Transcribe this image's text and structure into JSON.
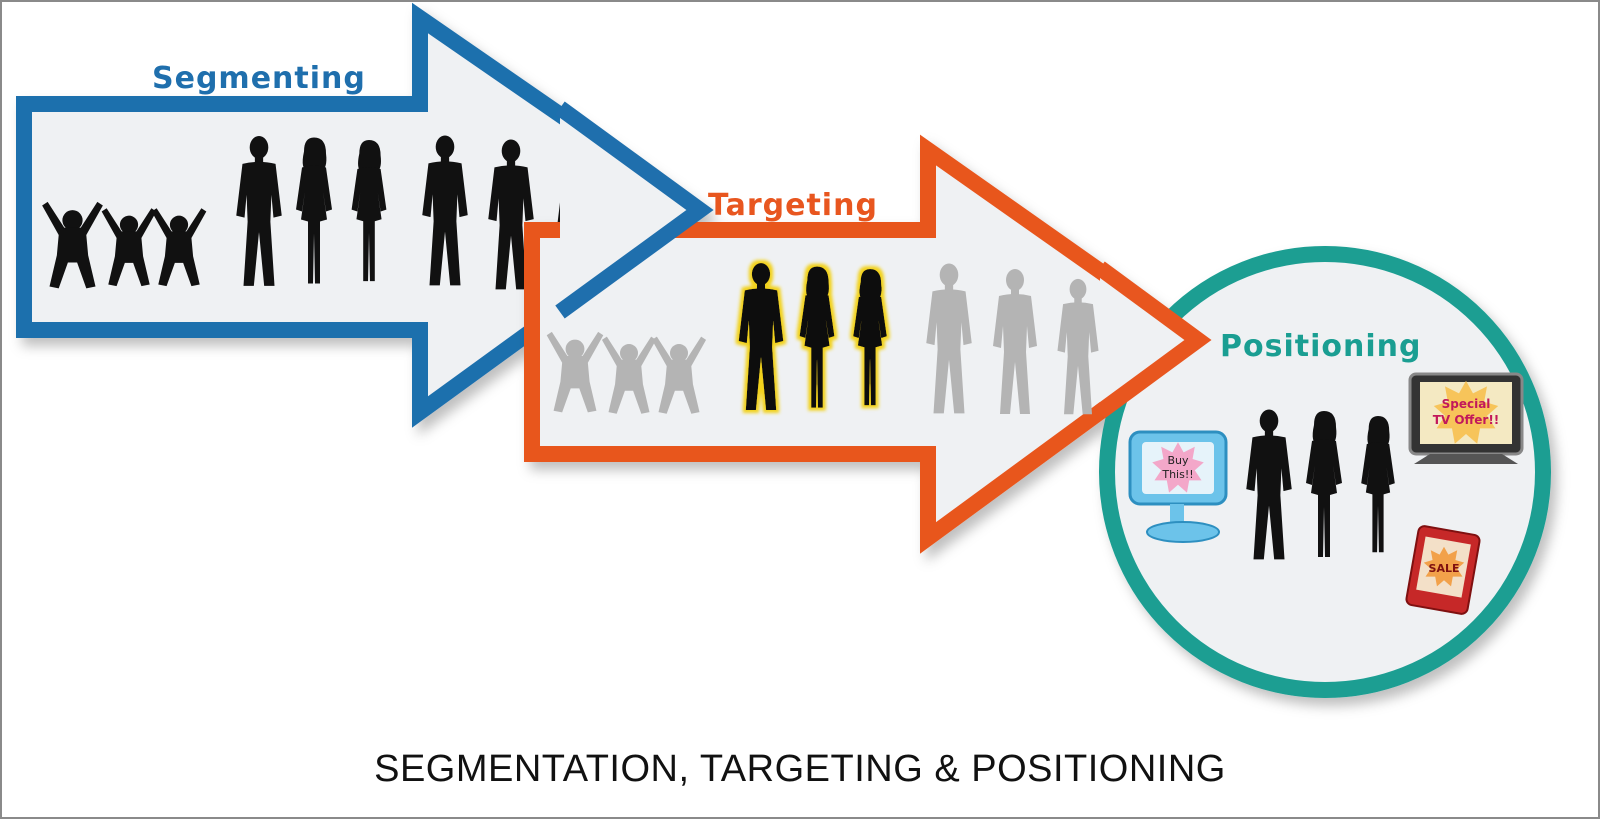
{
  "colors": {
    "segmenting": "#1f6fad",
    "targeting": "#e8561f",
    "positioning": "#1a9e92",
    "silhouette": "#111111",
    "faded": "#b4b4b4",
    "highlight": "#f2d21a",
    "shape_fill": "#eff1f3"
  },
  "stages": {
    "segmenting": {
      "label": "Segmenting"
    },
    "targeting": {
      "label": "Targeting"
    },
    "positioning": {
      "label": "Positioning"
    }
  },
  "media": {
    "monitor": {
      "label_line1": "Buy",
      "label_line2": "This!!"
    },
    "tv": {
      "label_line1": "Special",
      "label_line2": "TV Offer!!"
    },
    "tablet": {
      "label": "SALE"
    }
  },
  "caption": "SEGMENTATION, TARGETING & POSITIONING"
}
